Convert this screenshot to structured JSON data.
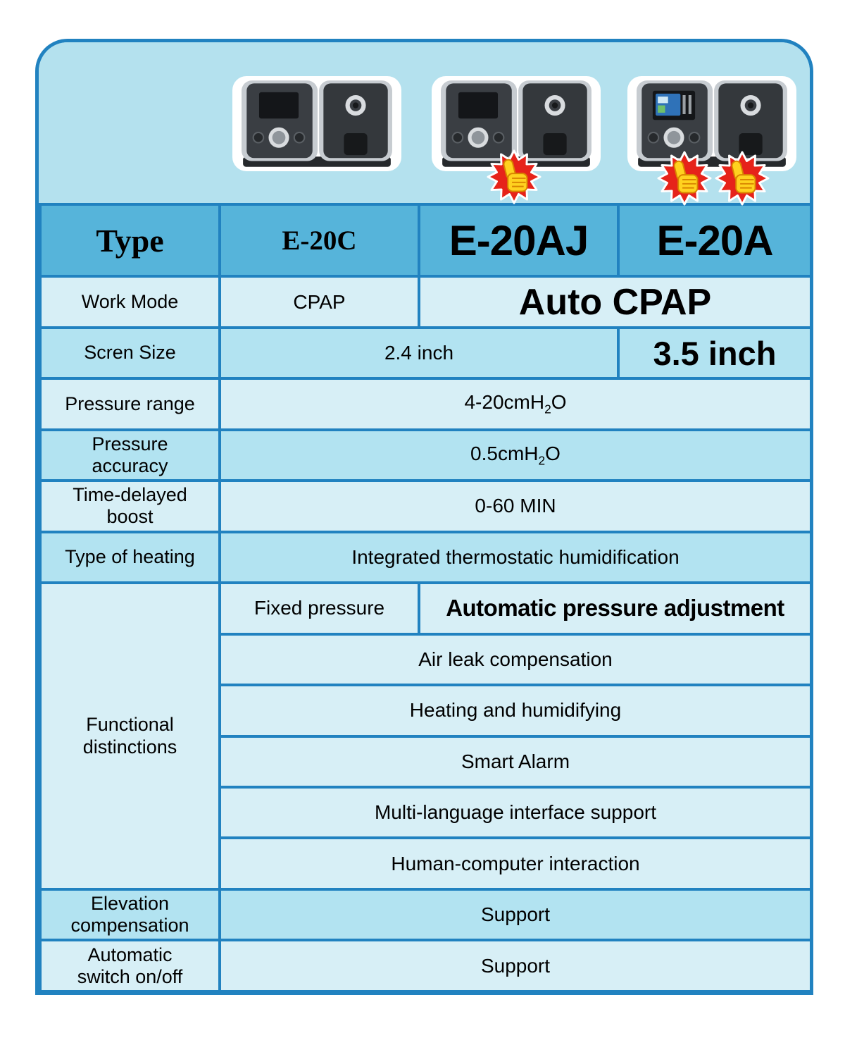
{
  "panel": {
    "border_color": "#2182c0",
    "background": "#b4e1ee"
  },
  "products": {
    "items": [
      {
        "model": "E-20C",
        "screen": "mono",
        "thumbs_up_count": 0
      },
      {
        "model": "E-20AJ",
        "screen": "mono",
        "thumbs_up_count": 1
      },
      {
        "model": "E-20A",
        "screen": "color",
        "thumbs_up_count": 2
      }
    ]
  },
  "table": {
    "header": {
      "label": "Type",
      "models": [
        "E-20C",
        "E-20AJ",
        "E-20A"
      ]
    },
    "work_mode": {
      "label": "Work Mode",
      "cpap": "CPAP",
      "auto_cpap": "Auto CPAP"
    },
    "screen_size": {
      "label": "Scren Size",
      "shared": "2.4 inch",
      "e20a": "3.5 inch"
    },
    "pressure_range": {
      "label": "Pressure range",
      "value_pre": "4-20cmH",
      "value_sub": "2",
      "value_post": "O"
    },
    "pressure_accuracy": {
      "label": "Pressure accuracy",
      "value_pre": "0.5cmH",
      "value_sub": "2",
      "value_post": "O"
    },
    "time_delayed_boost": {
      "label": "Time-delayed boost",
      "value": "0-60 MIN"
    },
    "type_of_heating": {
      "label": "Type of heating",
      "value": "Integrated thermostatic humidification"
    },
    "functional": {
      "label": "Functional distinctions",
      "fixed": "Fixed pressure",
      "auto": "Automatic pressure adjustment",
      "rows": [
        "Air leak compensation",
        "Heating and humidifying",
        "Smart Alarm",
        "Multi-language interface support",
        "Human-computer interaction"
      ]
    },
    "elevation": {
      "label": "Elevation compensation",
      "value": "Support"
    },
    "auto_switch": {
      "label": "Automatic switch on/off",
      "value": "Support"
    }
  },
  "colors": {
    "accent_purple": "#5c20e8",
    "header_row_bg": "#56b4da",
    "row_light_bg": "#d7eff6",
    "row_medium_bg": "#b2e3f1",
    "grid_blue": "#2182c0",
    "sticker_red": "#e6231a",
    "sticker_yellow": "#ffd21f"
  }
}
